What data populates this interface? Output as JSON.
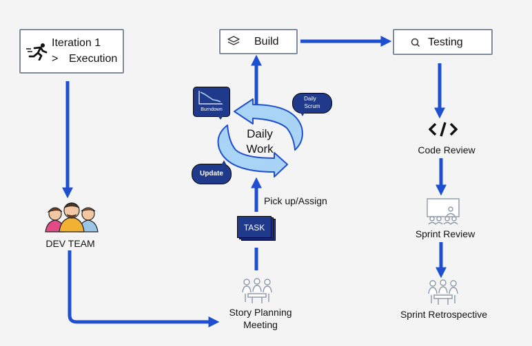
{
  "iteration": {
    "line1": "Iteration 1",
    "line2_arrow": ">",
    "line2_text": "Execution"
  },
  "build": {
    "label": "Build"
  },
  "testing": {
    "label": "Testing"
  },
  "daily": {
    "line1": "Daily",
    "line2": "Work"
  },
  "bubbles": {
    "burndown": "Burndown",
    "daily_scrum_1": "Daily",
    "daily_scrum_2": "Scrum",
    "update": "Update"
  },
  "dev_team": {
    "label": "DEV TEAM"
  },
  "pickup": {
    "label": "Pick up/Assign"
  },
  "task": {
    "label": "TASK"
  },
  "story": {
    "line1": "Story Planning",
    "line2": "Meeting"
  },
  "code_review": {
    "label": "Code Review"
  },
  "sprint_review": {
    "label": "Sprint Review"
  },
  "sprint_retro": {
    "label": "Sprint Retrospective"
  },
  "colors": {
    "arrow": "#1f4fd1",
    "bubble": "#1f3a8a",
    "cycle_fill": "#a9d4f5",
    "cycle_stroke": "#1f4fd1",
    "box_border": "#7d8a9e"
  },
  "icons": [
    "runner-icon",
    "layers-icon",
    "search-icon",
    "code-icon",
    "team-icon",
    "presentation-icon",
    "meeting-icon",
    "chart-icon"
  ]
}
